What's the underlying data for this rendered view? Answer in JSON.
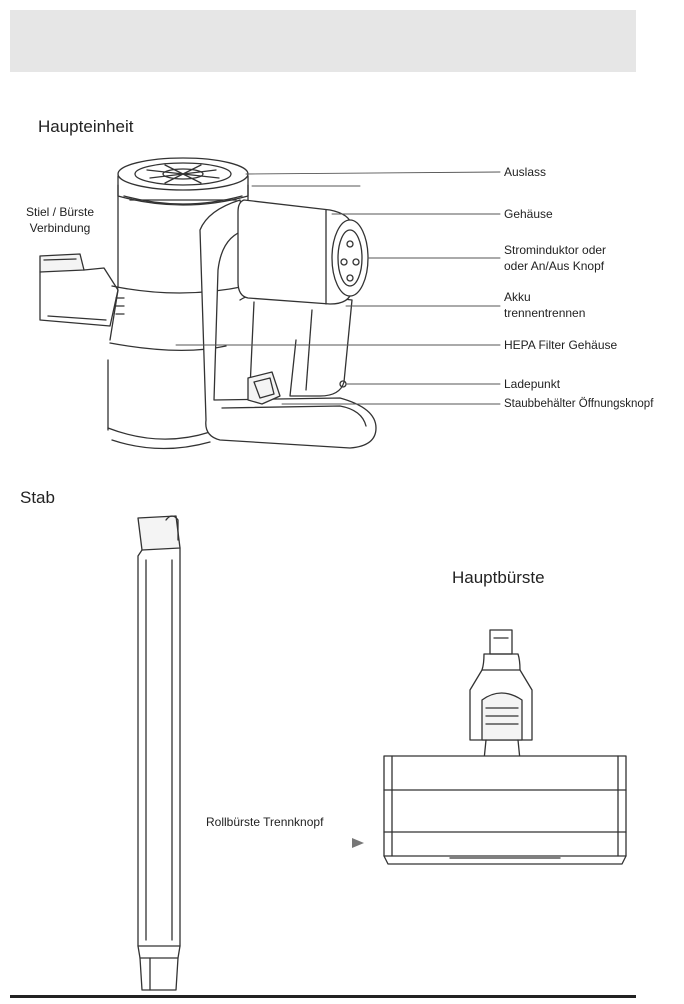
{
  "sections": {
    "main_unit": "Haupteinheit",
    "wand": "Stab",
    "main_brush": "Hauptbürste"
  },
  "main_unit_labels": {
    "outlet": "Auslass",
    "housing": "Gehäuse",
    "power_line1": "Strominduktor oder",
    "power_line2": "oder An/Aus Knopf",
    "battery_line1": "Akku",
    "battery_line2": "trennentrennen",
    "hepa": "HEPA Filter Gehäuse",
    "charge": "Ladepunkt",
    "dustbin": "Staubbehälter Öffnungsknopf",
    "connector_line1": "Stiel / Bürste",
    "connector_line2": "Verbindung"
  },
  "brush_labels": {
    "release": "Rollbürste Trennknopf"
  },
  "colors": {
    "band": "#e6e6e6",
    "line": "#333333",
    "leader": "#555555"
  }
}
